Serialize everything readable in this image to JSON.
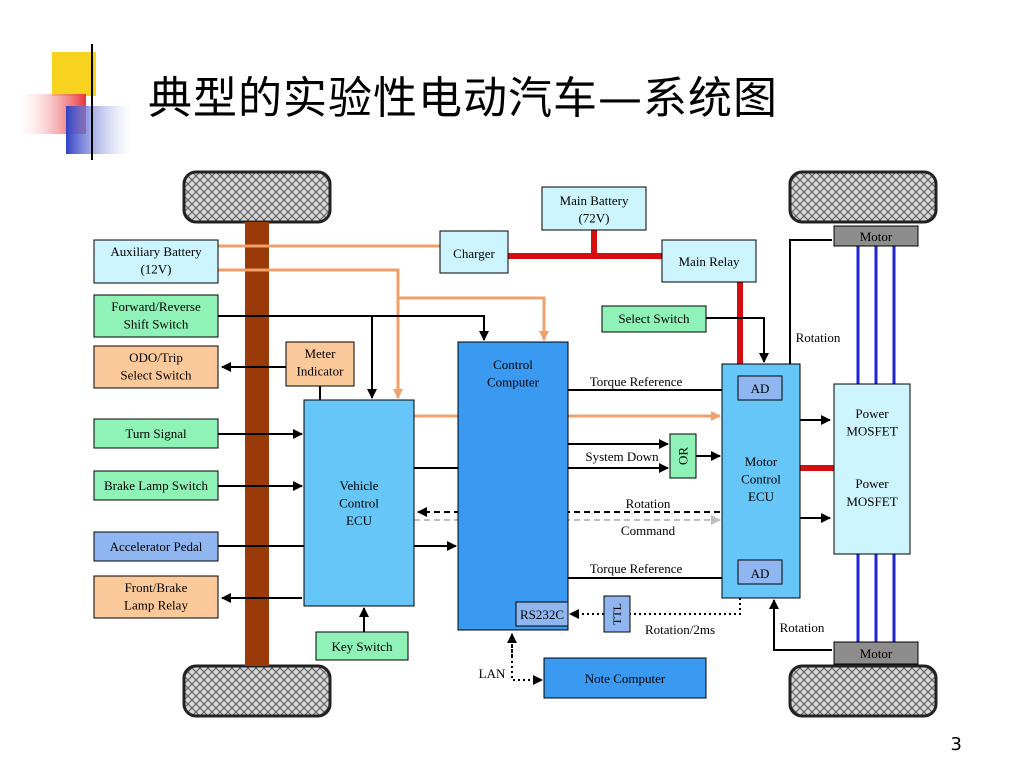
{
  "slide": {
    "title": "典型的实验性电动汽车—系统图",
    "page_number": "3"
  },
  "colors": {
    "deco_yellow": "#f7d31f",
    "deco_red": "#e8343a",
    "deco_blue": "#3142c4",
    "axle": "#9a3a08",
    "power_red": "#d50f0f",
    "peach_line": "#f2a06b",
    "motor_blue": "#1d25d6",
    "box_cyan": "#ccf5ff",
    "box_green": "#8ff2b7",
    "box_peach": "#fcc99a",
    "box_blue": "#8fb6f0",
    "ecu_blue": "#66c6f8",
    "computer_blue": "#3a9af2"
  },
  "diagram": {
    "boxes": {
      "main_battery": "Main Battery\n(72V)",
      "charger": "Charger",
      "main_relay": "Main Relay",
      "aux_battery": "Auxiliary Battery\n(12V)",
      "forward_reverse": "Forward/Reverse\nShift Switch",
      "odo_trip": "ODO/Trip\nSelect Switch",
      "meter_indicator": "Meter\nIndicator",
      "turn_signal": "Turn Signal",
      "brake_lamp_switch": "Brake Lamp Switch",
      "accelerator_pedal": "Accelerator Pedal",
      "front_brake_relay": "Front/Brake\nLamp Relay",
      "key_switch": "Key Switch",
      "vehicle_ecu": "Vehicle\nControl\nECU",
      "control_computer": "Control\nComputer",
      "motor_ecu": "Motor\nControl\nECU",
      "select_switch": "Select Switch",
      "power_mosfet": "Power\nMOSFET\n\n\nPower\nMOSFET",
      "motor_top": "Motor",
      "motor_bottom": "Motor",
      "ad_top": "AD",
      "ad_bottom": "AD",
      "or_gate": "OR",
      "rs232c": "RS232C",
      "ttl": "TTL",
      "note_computer": "Note Computer"
    },
    "labels": {
      "torque_ref_top": "Torque Reference",
      "system_down": "System Down",
      "rotation_mid": "Rotation",
      "command": "Command",
      "torque_ref_bottom": "Torque Reference",
      "rotation_2ms": "Rotation/2ms",
      "lan": "LAN",
      "rotation_top_right": "Rotation",
      "rotation_bottom_right": "Rotation"
    }
  }
}
